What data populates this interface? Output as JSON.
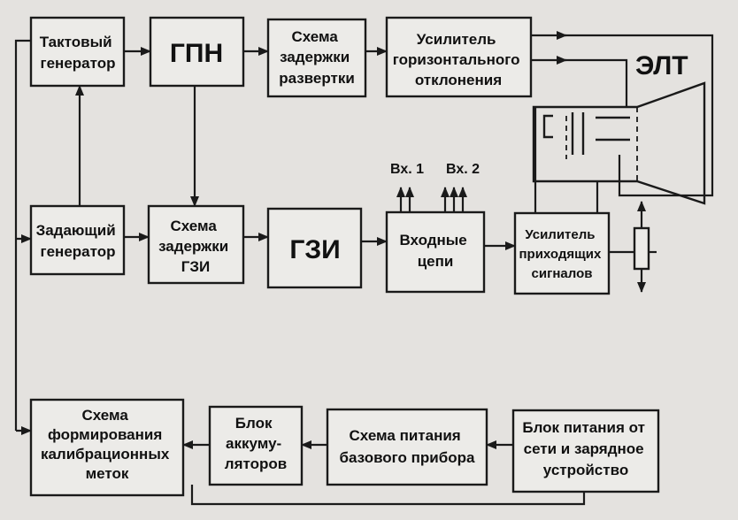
{
  "blocks": {
    "clock_gen": [
      "Тактовый",
      "генератор"
    ],
    "gpn": [
      "ГПН"
    ],
    "sweep_delay": [
      "Схема",
      "задержки",
      "развертки"
    ],
    "horiz_amp": [
      "Усилитель",
      "горизонтального",
      "отклонения"
    ],
    "master_gen": [
      "Задающий",
      "генератор"
    ],
    "gzi_delay": [
      "Схема",
      "задержки",
      "ГЗИ"
    ],
    "gzi": [
      "ГЗИ"
    ],
    "input_circuits": [
      "Входные",
      "цепи"
    ],
    "signal_amp": [
      "Усилитель",
      "приходящих",
      "сигналов"
    ],
    "calib_marks": [
      "Схема",
      "формирования",
      "калибрационных",
      "меток"
    ],
    "battery": [
      "Блок",
      "аккуму-",
      "ляторов"
    ],
    "base_power": [
      "Схема питания",
      "базового прибора"
    ],
    "mains_power": [
      "Блок питания от",
      "сети и зарядное",
      "устройство"
    ]
  },
  "crt_label": "ЭЛТ",
  "inputs": {
    "in1": "Вх. 1",
    "in2": "Вх. 2"
  }
}
